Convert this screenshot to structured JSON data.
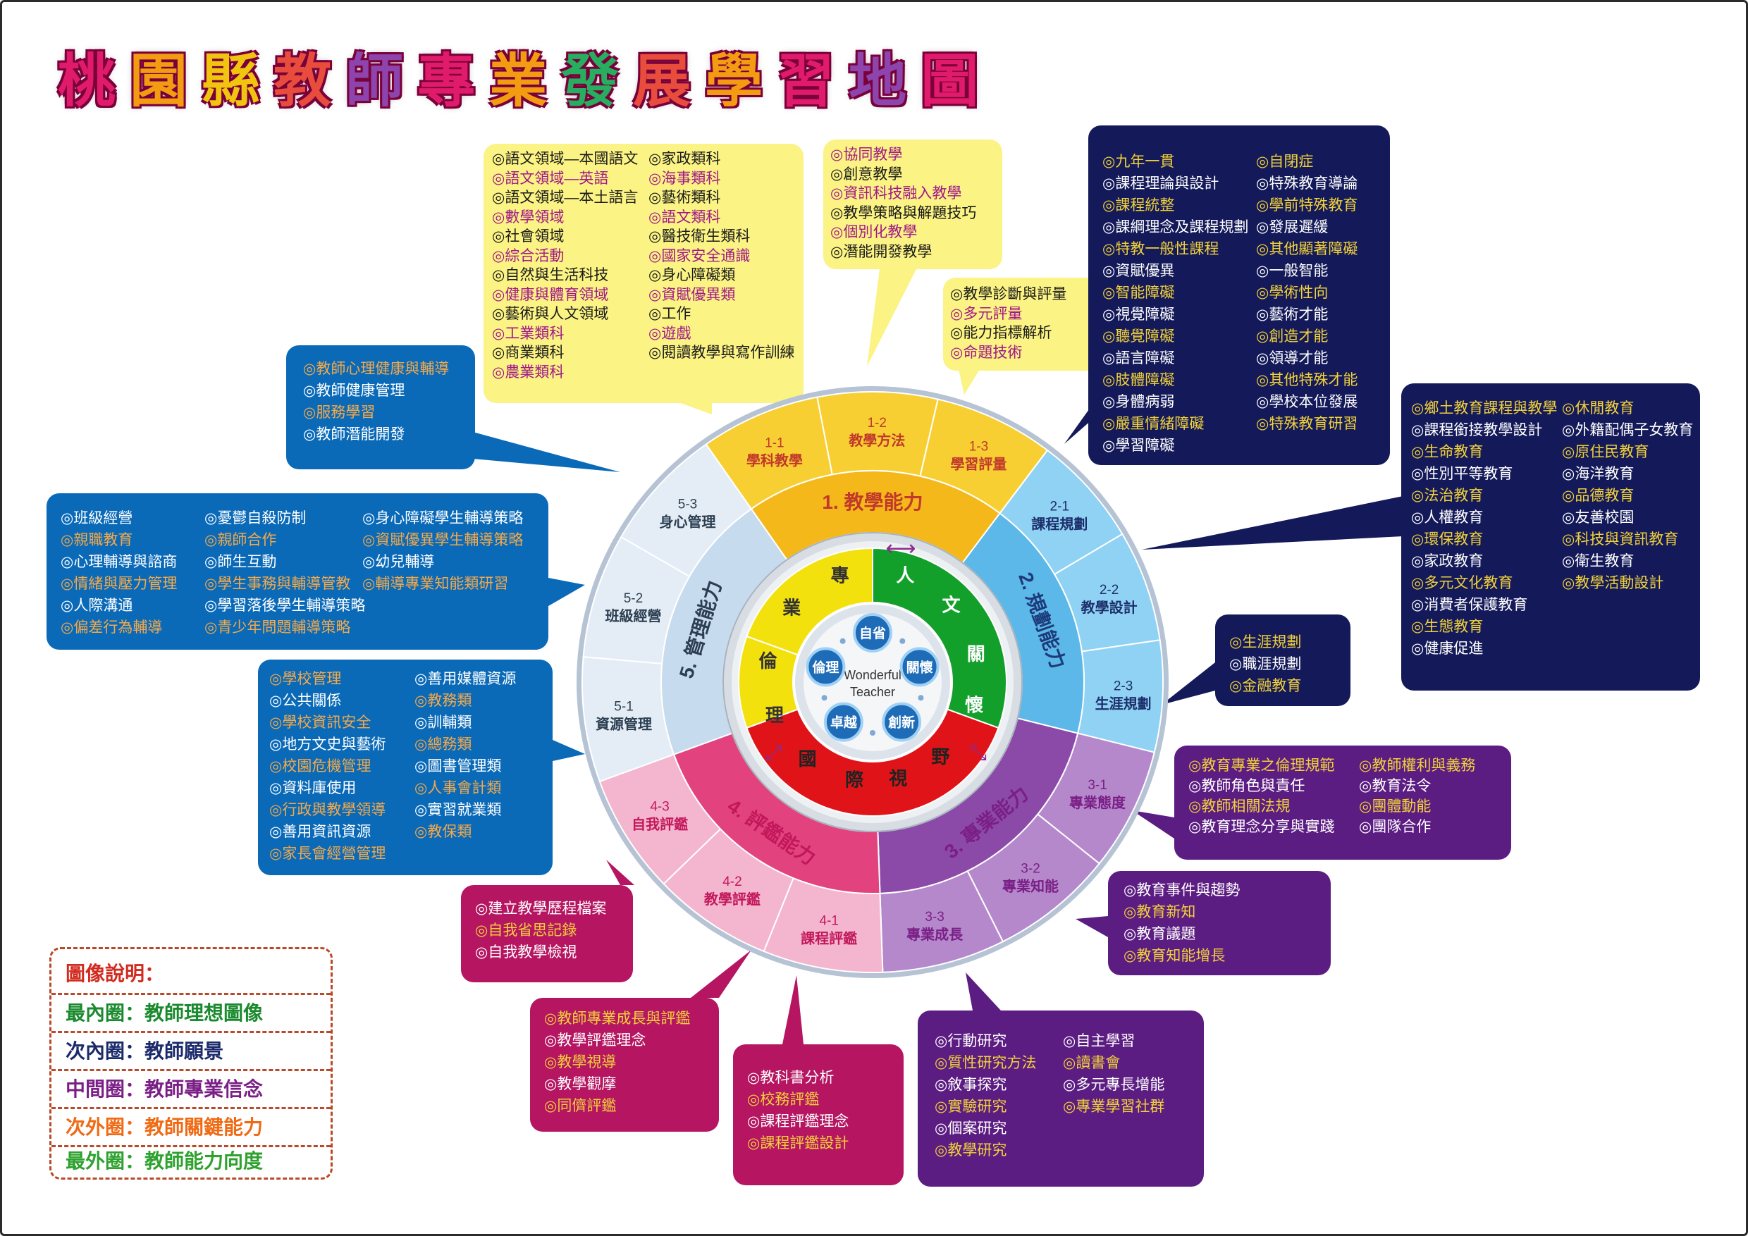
{
  "title": "桃園縣教師專業發展學習地圖",
  "center": {
    "label": "Wonderful Teacher",
    "cycle": [
      "自省",
      "關懷",
      "創新",
      "卓越",
      "倫理"
    ]
  },
  "vision": {
    "top_right": "人文關懷",
    "bottom": "國際視野",
    "left": "專業倫理"
  },
  "domains": [
    {
      "code": "1.",
      "name": "教學能力"
    },
    {
      "code": "2.",
      "name": "規劃能力"
    },
    {
      "code": "3.",
      "name": "專業能力"
    },
    {
      "code": "4.",
      "name": "評鑑能力"
    },
    {
      "code": "5.",
      "name": "管理能力"
    }
  ],
  "subdomains": [
    {
      "code": "1-1",
      "name": "學科教學"
    },
    {
      "code": "1-2",
      "name": "教學方法"
    },
    {
      "code": "1-3",
      "name": "學習評量"
    },
    {
      "code": "2-1",
      "name": "課程規劃"
    },
    {
      "code": "2-2",
      "name": "教學設計"
    },
    {
      "code": "2-3",
      "name": "生涯規劃"
    },
    {
      "code": "3-1",
      "name": "專業態度"
    },
    {
      "code": "3-2",
      "name": "專業知能"
    },
    {
      "code": "3-3",
      "name": "專業成長"
    },
    {
      "code": "4-1",
      "name": "課程評鑑"
    },
    {
      "code": "4-2",
      "name": "教學評鑑"
    },
    {
      "code": "4-3",
      "name": "自我評鑑"
    },
    {
      "code": "5-1",
      "name": "資源管理"
    },
    {
      "code": "5-2",
      "name": "班級經營"
    },
    {
      "code": "5-3",
      "name": "身心管理"
    }
  ],
  "boxes": {
    "b11": {
      "col1": [
        "◎語文領域—本國語文",
        "◎語文領域—英語",
        "◎語文領域—本土語言",
        "◎數學領域",
        "◎社會領域",
        "◎綜合活動",
        "◎自然與生活科技",
        "◎健康與體育領域",
        "◎藝術與人文領域",
        "◎工業類科",
        "◎商業類科",
        "◎農業類科"
      ],
      "col2": [
        "◎家政類科",
        "◎海事類科",
        "◎藝術類科",
        "◎語文類科",
        "◎醫技衛生類科",
        "◎國家安全通識",
        "◎身心障礙類",
        "◎資賦優異類",
        "◎工作",
        "◎遊戲",
        "◎閱讀教學與寫作訓練"
      ]
    },
    "b12": {
      "col1": [
        "◎協同教學",
        "◎創意教學",
        "◎資訊科技融入教學",
        "◎教學策略與解題技巧",
        "◎個別化教學",
        "◎潛能開發教學"
      ]
    },
    "b13": {
      "col1": [
        "◎教學診斷與評量",
        "◎多元評量",
        "◎能力指標解析",
        "◎命題技術"
      ]
    },
    "b21": {
      "col1": [
        "◎九年一貫",
        "◎課程理論與設計",
        "◎課程統整",
        "◎課綱理念及課程規劃",
        "◎特教一般性課程",
        "◎資賦優異",
        "◎智能障礙",
        "◎視覺障礙",
        "◎聽覺障礙",
        "◎語言障礙",
        "◎肢體障礙",
        "◎身體病弱",
        "◎嚴重情緒障礙",
        "◎學習障礙"
      ],
      "col2": [
        "◎自閉症",
        "◎特殊教育導論",
        "◎學前特殊教育",
        "◎發展遲緩",
        "◎其他顯著障礙",
        "◎一般智能",
        "◎學術性向",
        "◎藝術才能",
        "◎創造才能",
        "◎領導才能",
        "◎其他特殊才能",
        "◎學校本位發展",
        "◎特殊教育研習"
      ]
    },
    "b22": {
      "col1": [
        "◎鄉土教育課程與教學",
        "◎課程銜接教學設計",
        "◎生命教育",
        "◎性別平等教育",
        "◎法治教育",
        "◎人權教育",
        "◎環保教育",
        "◎家政教育",
        "◎多元文化教育",
        "◎消費者保護教育",
        "◎生態教育",
        "◎健康促進"
      ],
      "col2": [
        "◎休閒教育",
        "◎外籍配偶子女教育",
        "◎原住民教育",
        "◎海洋教育",
        "◎品德教育",
        "◎友善校園",
        "◎科技與資訊教育",
        "◎衛生教育",
        "◎教學活動設計"
      ]
    },
    "b23": {
      "col1": [
        "◎生涯規劃",
        "◎職涯規劃",
        "◎金融教育"
      ]
    },
    "b31": {
      "col1": [
        "◎教育專業之倫理規範",
        "◎教師角色與責任",
        "◎教師相關法規",
        "◎教育理念分享與實踐"
      ],
      "col2": [
        "◎教師權利與義務",
        "◎教育法令",
        "◎團體動能",
        "◎團隊合作"
      ]
    },
    "b32": {
      "col1": [
        "◎教育事件與趨勢",
        "◎教育新知",
        "◎教育議題",
        "◎教育知能增長"
      ]
    },
    "b33": {
      "col1": [
        "◎行動研究",
        "◎質性研究方法",
        "◎敘事探究",
        "◎實驗研究",
        "◎個案研究",
        "◎教學研究"
      ],
      "col2": [
        "◎自主學習",
        "◎讀書會",
        "◎多元專長增能",
        "◎專業學習社群"
      ]
    },
    "b41": {
      "col1": [
        "◎教科書分析",
        "◎校務評鑑",
        "◎課程評鑑理念",
        "◎課程評鑑設計"
      ]
    },
    "b42": {
      "col1": [
        "◎教師專業成長與評鑑",
        "◎教學評鑑理念",
        "◎教學視導",
        "◎教學觀摩",
        "◎同儕評鑑"
      ]
    },
    "b43": {
      "col1": [
        "◎建立教學歷程檔案",
        "◎自我省思記錄",
        "◎自我教學檢視"
      ]
    },
    "b51": {
      "col1": [
        "◎學校管理",
        "◎公共關係",
        "◎學校資訊安全",
        "◎地方文史與藝術",
        "◎校園危機管理",
        "◎資料庫使用",
        "◎行政與教學領導",
        "◎善用資訊資源",
        "◎家長會經營管理"
      ],
      "col2": [
        "◎善用媒體資源",
        "◎教務類",
        "◎訓輔類",
        "◎總務類",
        "◎圖書管理類",
        "◎人事會計類",
        "◎實習就業類",
        "◎教保類"
      ]
    },
    "b52": {
      "col1": [
        "◎班級經營",
        "◎親職教育",
        "◎心理輔導與諮商",
        "◎情緒與壓力管理",
        "◎人際溝通",
        "◎偏差行為輔導"
      ],
      "col2": [
        "◎憂鬱自殺防制",
        "◎親師合作",
        "◎師生互動",
        "◎學生事務與輔導管教",
        "◎學習落後學生輔導策略",
        "◎青少年問題輔導策略"
      ],
      "col3": [
        "◎身心障礙學生輔導策略",
        "◎資賦優異學生輔導策略",
        "◎幼兒輔導",
        "◎輔導專業知能類研習"
      ]
    },
    "b53": {
      "col1": [
        "◎教師心理健康與輔導",
        "◎教師健康管理",
        "◎服務學習",
        "◎教師潛能開發"
      ]
    }
  },
  "legend": {
    "title": "圖像說明：",
    "rows": [
      {
        "key": "最內圈",
        "value": "教師理想圖像",
        "color": "#1a8a2e"
      },
      {
        "key": "次內圈",
        "value": "教師願景",
        "color": "#1b2a6b"
      },
      {
        "key": "中間圈",
        "value": "教師專業信念",
        "color": "#7a1f86"
      },
      {
        "key": "次外圈",
        "value": "教師關鍵能力",
        "color": "#f06a13"
      },
      {
        "key": "最外圈",
        "value": "教師能力向度",
        "color": "#2ea12e"
      }
    ]
  },
  "colors": {
    "teach": "#f5b81a",
    "plan": "#5cb8e8",
    "prof": "#8c4aa8",
    "eval": "#e2437e",
    "manage": "#c7dbee",
    "yellowBox": "#fbf383",
    "navyBox": "#141a59",
    "purpleBox": "#5c1d82",
    "magentaBox": "#b51561",
    "blueBox": "#0a6ab8"
  }
}
